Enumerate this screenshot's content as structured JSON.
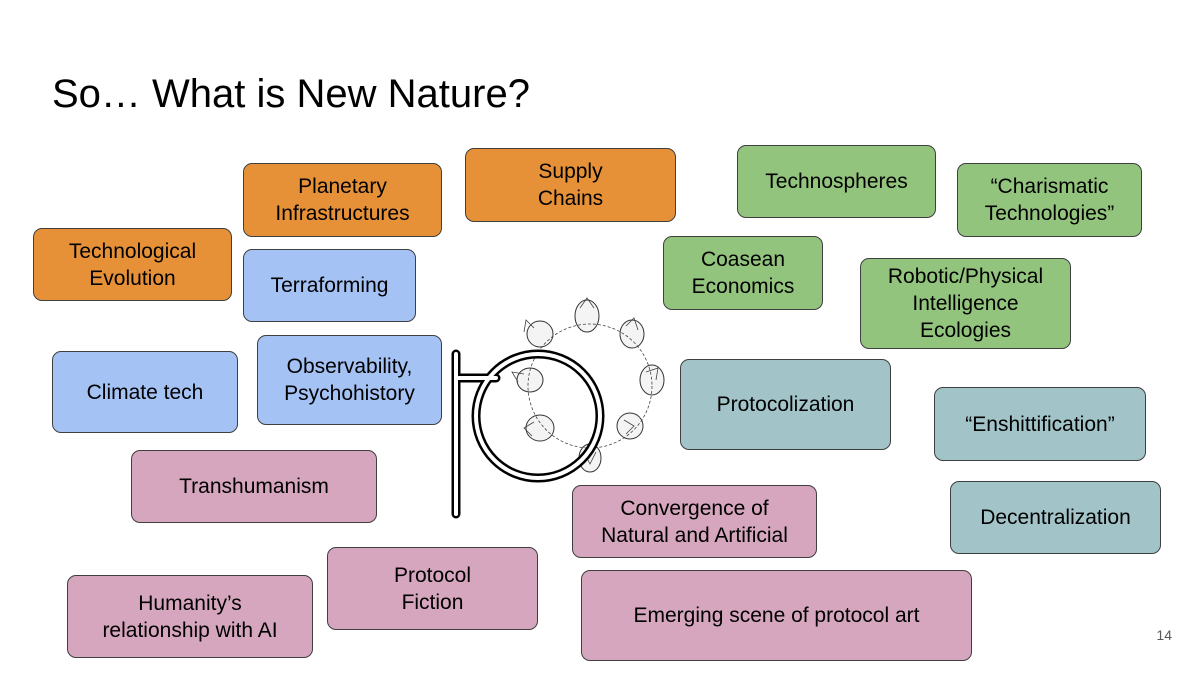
{
  "slide": {
    "title": "So… What is New Nature?",
    "page_number": "14"
  },
  "colors": {
    "orange": "#e69138",
    "blue": "#a4c2f4",
    "green": "#93c47d",
    "teal": "#a2c4c9",
    "pink": "#d5a6bd"
  },
  "topics": {
    "technological_evolution": "Technological\nEvolution",
    "planetary_infrastructures": "Planetary\nInfrastructures",
    "supply_chains": "Supply\nChains",
    "terraforming": "Terraforming",
    "climate_tech": "Climate tech",
    "observability": "Observability,\nPsychohistory",
    "technospheres": "Technospheres",
    "charismatic_technologies": "“Charismatic\nTechnologies”",
    "coasean_economics": "Coasean\nEconomics",
    "robotic_physical": "Robotic/Physical\nIntelligence\nEcologies",
    "protocolization": "Protocolization",
    "enshittification": "“Enshittification”",
    "decentralization": "Decentralization",
    "transhumanism": "Transhumanism",
    "convergence": "Convergence of\nNatural and Artificial",
    "protocol_fiction": "Protocol\nFiction",
    "humanity_ai": "Humanity’s\nrelationship with AI",
    "emerging_scene": "Emerging scene of protocol art"
  },
  "logo": {
    "icon": "protocol-p-logo-with-figures"
  }
}
